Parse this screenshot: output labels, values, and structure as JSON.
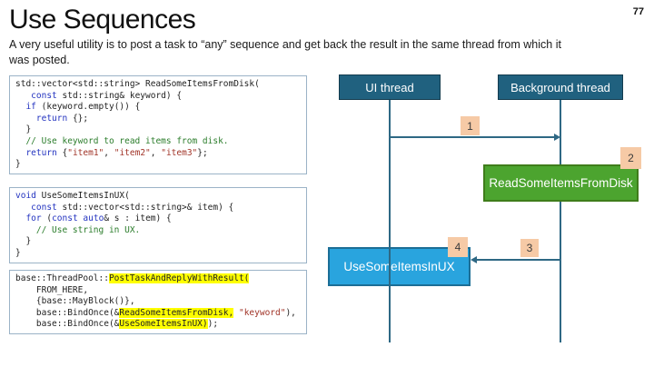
{
  "slide": {
    "title": "Use Sequences",
    "page_number": "77",
    "subtitle_lines": [
      "A very useful utility is to post a task to “any” sequence and get back the result in the same thread from which it",
      "was posted."
    ]
  },
  "colors": {
    "teal_box": "#20617F",
    "teal_border": "#133B4E",
    "green_box": "#4CA42F",
    "green_border": "#3F7D1B",
    "blue_box": "#29A4DE",
    "blue_border": "#1C6E96",
    "badge": "#F6CAA6",
    "badge_text": "#3A3A3A",
    "line": "#2E6884",
    "keyword": "#2333C0",
    "comment": "#2B7D2B",
    "string": "#A13428",
    "highlight": "#FFFF00",
    "code_border": "#9BB3C7",
    "code_text": "#222222"
  },
  "code_blocks": [
    {
      "name": "read-some-items-from-disk-function",
      "lines": [
        [
          {
            "t": "std::vector<std::string> ReadSomeItemsFromDisk("
          }
        ],
        [
          {
            "t": "   "
          },
          {
            "t": "const",
            "c": "kw"
          },
          {
            "t": " std::string& keyword) {"
          }
        ],
        [
          {
            "t": "  "
          },
          {
            "t": "if",
            "c": "kw"
          },
          {
            "t": " (keyword.empty()) {"
          }
        ],
        [
          {
            "t": "    "
          },
          {
            "t": "return",
            "c": "kw"
          },
          {
            "t": " {};"
          }
        ],
        [
          {
            "t": "  }"
          }
        ],
        [
          {
            "t": "  "
          },
          {
            "t": "// Use keyword to read items from disk.",
            "c": "com"
          }
        ],
        [
          {
            "t": "  "
          },
          {
            "t": "return",
            "c": "kw"
          },
          {
            "t": " {"
          },
          {
            "t": "\"item1\"",
            "c": "str"
          },
          {
            "t": ", "
          },
          {
            "t": "\"item2\"",
            "c": "str"
          },
          {
            "t": ", "
          },
          {
            "t": "\"item3\"",
            "c": "str"
          },
          {
            "t": "};"
          }
        ],
        [
          {
            "t": "}"
          }
        ]
      ]
    },
    {
      "name": "use-some-items-in-ux-function",
      "lines": [
        [
          {
            "t": "void",
            "c": "kw"
          },
          {
            "t": " UseSomeItemsInUX("
          }
        ],
        [
          {
            "t": "   "
          },
          {
            "t": "const",
            "c": "kw"
          },
          {
            "t": " std::vector<std::string>& item) {"
          }
        ],
        [
          {
            "t": "  "
          },
          {
            "t": "for",
            "c": "kw"
          },
          {
            "t": " ("
          },
          {
            "t": "const",
            "c": "kw"
          },
          {
            "t": " "
          },
          {
            "t": "auto",
            "c": "kw"
          },
          {
            "t": "& s : item) {"
          }
        ],
        [
          {
            "t": "    "
          },
          {
            "t": "// Use string in UX.",
            "c": "com"
          }
        ],
        [
          {
            "t": "  }"
          }
        ],
        [
          {
            "t": "}"
          }
        ]
      ]
    },
    {
      "name": "post-task-and-reply-call",
      "lines": [
        [
          {
            "t": "base::ThreadPool::"
          },
          {
            "t": "PostTaskAndReplyWithResult(",
            "c": "hl"
          }
        ],
        [
          {
            "t": "    FROM_HERE,"
          }
        ],
        [
          {
            "t": "    {base::MayBlock()},"
          }
        ],
        [
          {
            "t": "    base::BindOnce(&"
          },
          {
            "t": "ReadSomeItemsFromDisk,",
            "c": "hl"
          },
          {
            "t": " "
          },
          {
            "t": "\"keyword\"",
            "c": "str"
          },
          {
            "t": "),"
          }
        ],
        [
          {
            "t": "    base::BindOnce(&"
          },
          {
            "t": "UseSomeItemsInUX)",
            "c": "hl"
          },
          {
            "t": ");"
          }
        ]
      ]
    }
  ],
  "diagram": {
    "actors": [
      {
        "label": "UI thread"
      },
      {
        "label": "Background thread"
      }
    ],
    "badges": [
      "1",
      "2",
      "3",
      "4"
    ],
    "activations": [
      {
        "label": "ReadSomeItemsFromDisk"
      },
      {
        "label": "UseSomeItemsInUX"
      }
    ]
  }
}
